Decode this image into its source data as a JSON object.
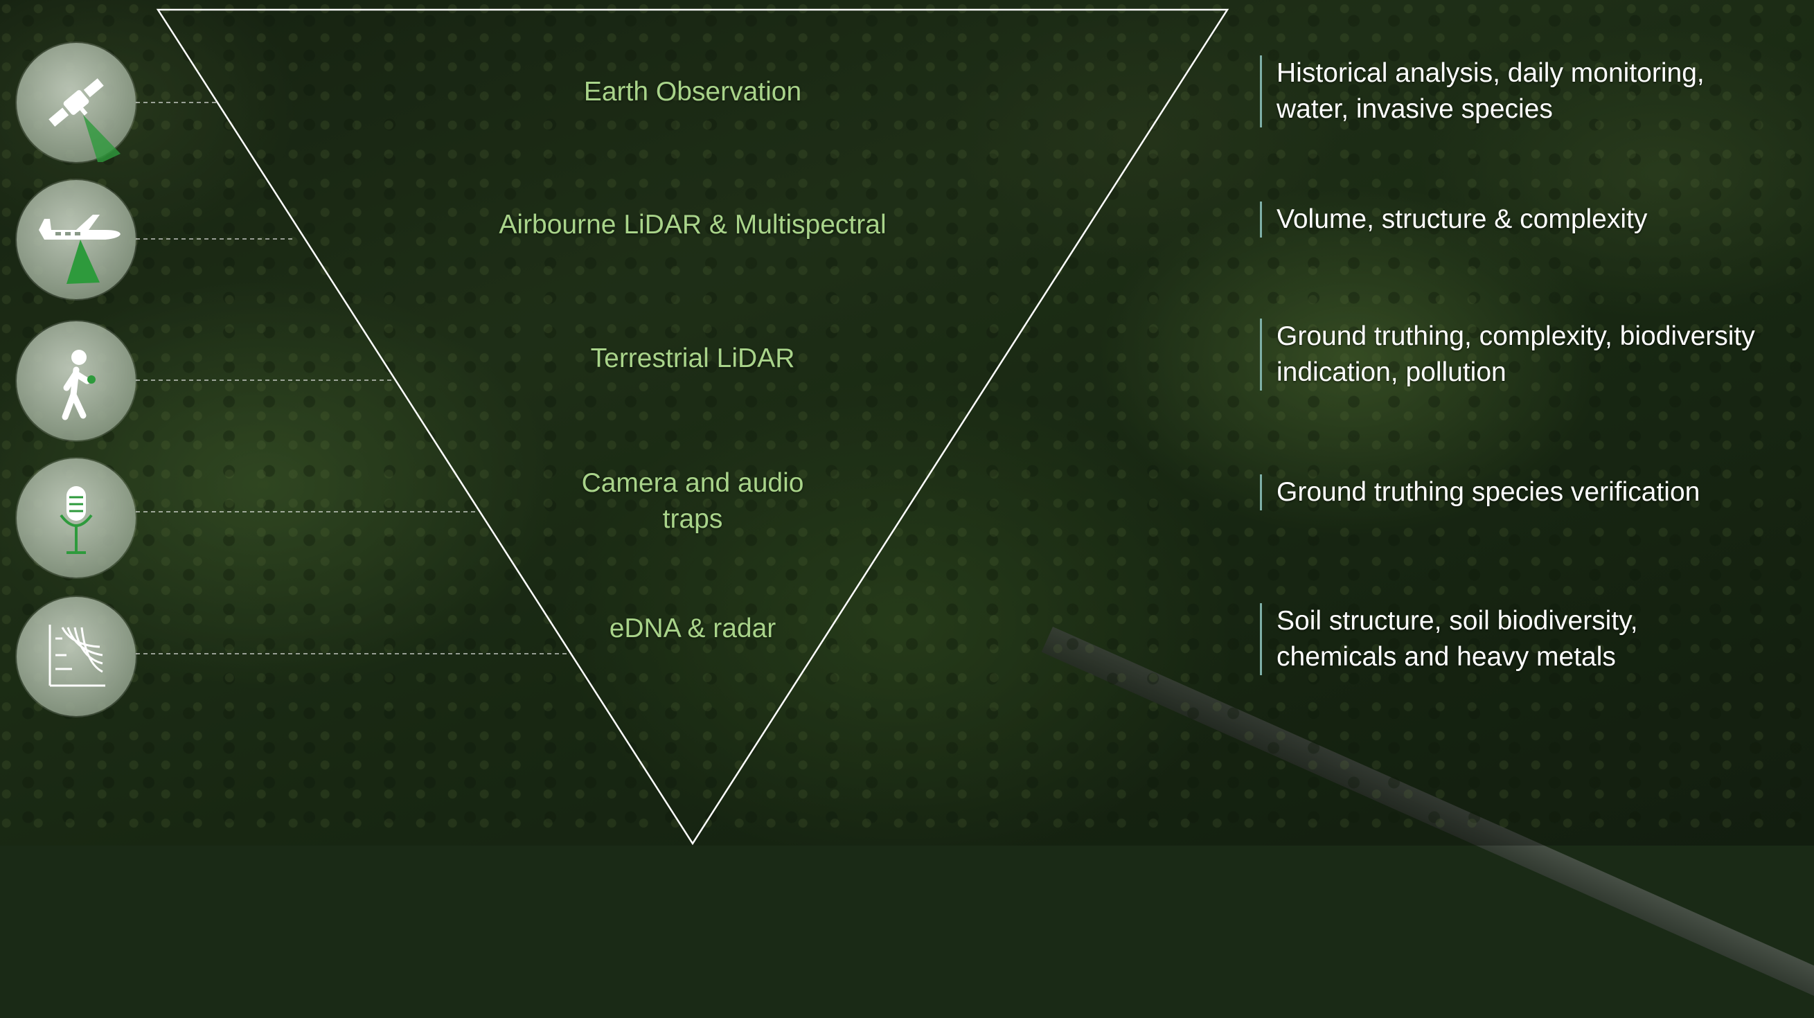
{
  "tiers": [
    {
      "label": "Earth Observation",
      "icon": "satellite-icon",
      "description": [
        "Historical analysis, daily monitoring,",
        "water, invasive species"
      ]
    },
    {
      "label": "Airbourne LiDAR & Multispectral",
      "icon": "airplane-icon",
      "description": [
        "Volume, structure & complexity"
      ]
    },
    {
      "label": "Terrestrial LiDAR",
      "icon": "walking-person-icon",
      "description": [
        "Ground truthing, complexity, biodiversity",
        "indication, pollution"
      ]
    },
    {
      "label_lines": [
        "Camera and audio",
        "traps"
      ],
      "icon": "microphone-icon",
      "description": [
        "Ground truthing species verification"
      ]
    },
    {
      "label": "eDNA & radar",
      "icon": "soil-layers-icon",
      "description": [
        "Soil structure, soil biodiversity,",
        "chemicals and heavy metals"
      ]
    }
  ],
  "colors": {
    "tier_label": "#a9d48a",
    "description_text": "#ffffff",
    "description_bar": "#7fb0a8",
    "funnel_outline": "#ffffff",
    "icon_accent": "#2e9a3c"
  }
}
